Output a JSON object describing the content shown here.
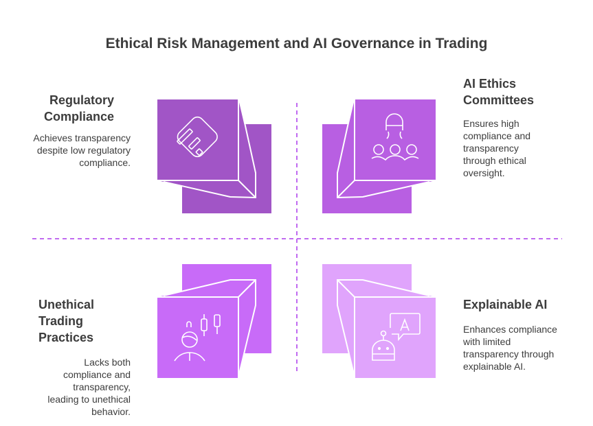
{
  "title": "Ethical Risk Management and AI Governance in Trading",
  "quadrants": {
    "top_left": {
      "heading": "Regulatory Compliance",
      "description": "Achieves transparency despite low regulatory compliance.",
      "icon": "document-icon",
      "color": "#A155C6"
    },
    "top_right": {
      "heading": "AI Ethics Committees",
      "description": "Ensures high compliance and transparency through ethical oversight.",
      "icon": "committee-icon",
      "color": "#B85FE2"
    },
    "bottom_left": {
      "heading": "Unethical Trading Practices",
      "description": "Lacks both compliance and transparency, leading to unethical behavior.",
      "icon": "trader-icon",
      "color": "#C86BF8"
    },
    "bottom_right": {
      "heading": "Explainable AI",
      "description": "Enhances compliance with limited transparency through explainable AI.",
      "icon": "robot-chat-icon",
      "color": "#E0A4FC"
    }
  },
  "axis_color": "#C06AF0"
}
